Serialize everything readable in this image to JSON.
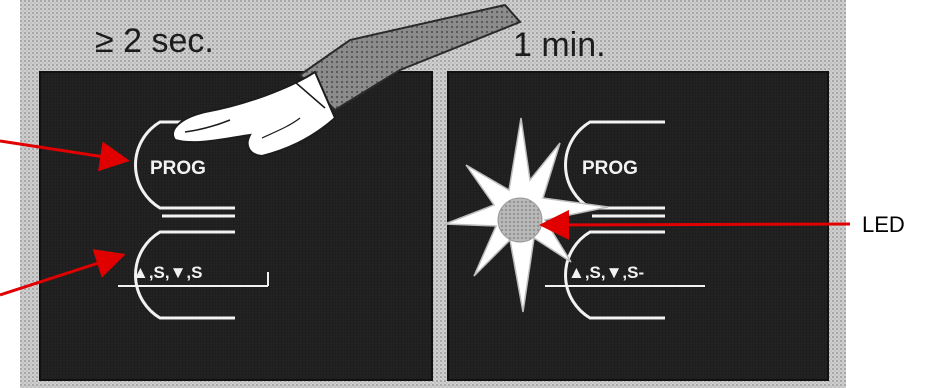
{
  "diagram": {
    "left_panel": {
      "time_label": "≥ 2  sec.",
      "prog_label": "PROG",
      "symbols_label": "▲,S,▼,S"
    },
    "right_panel": {
      "time_label": "1 min.",
      "prog_label": "PROG",
      "symbols_label": "▲,S,▼,S-"
    },
    "callout_led": "LED",
    "colors": {
      "panel": "#1e1e1e",
      "halftone": "#c9c9c9",
      "line": "#f2f2f2",
      "arrow": "#e00000"
    },
    "icons": [
      "pointing-hand-icon",
      "led-flash-icon"
    ]
  }
}
